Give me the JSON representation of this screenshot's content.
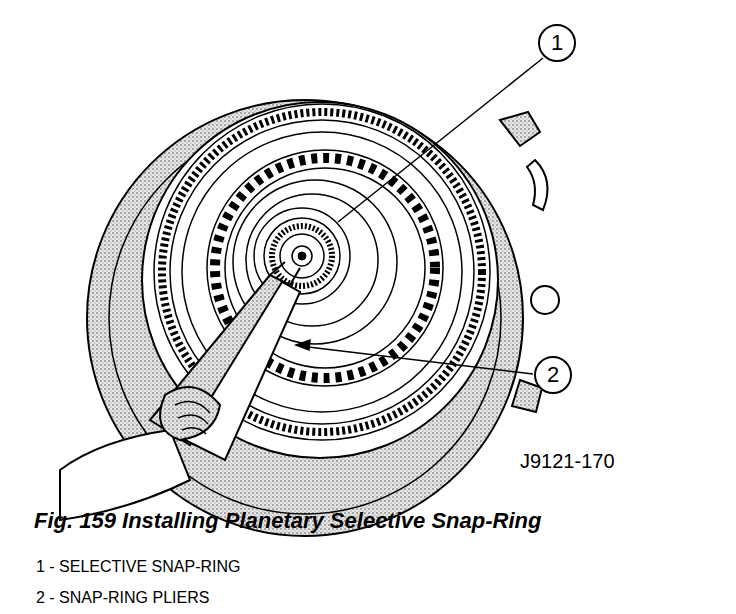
{
  "diagram": {
    "caption": "Fig. 159 Installing Planetary Selective Snap-Ring",
    "nodes": [
      {
        "text": [
          "1"
        ]
      },
      {
        "text": [
          "2"
        ]
      }
    ],
    "labels": [
      "J9121-170",
      "1 - SELECTIVE SNAP-RING",
      "2 - SNAP-RING PLIERS"
    ]
  }
}
